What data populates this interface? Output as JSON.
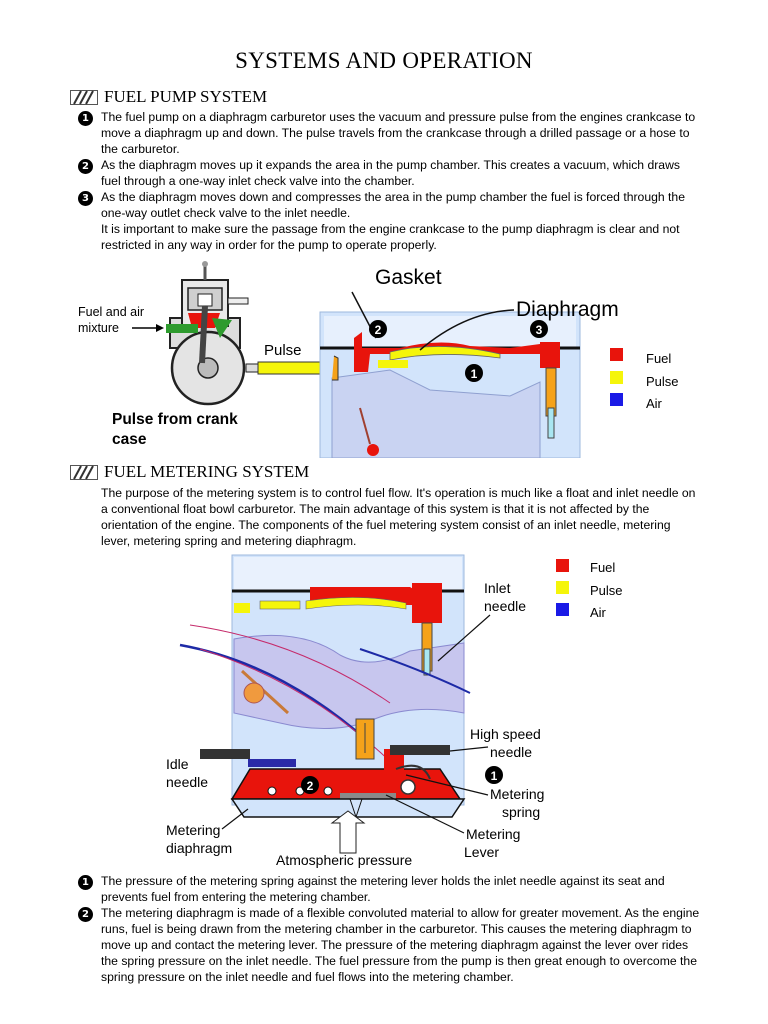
{
  "page": {
    "title": "SYSTEMS AND OPERATION"
  },
  "fuel_pump": {
    "heading": "FUEL PUMP SYSTEM",
    "items": [
      {
        "marker": "1",
        "text": "The fuel pump on a diaphragm carburetor uses the vacuum and pressure pulse from the engines crankcase to move a diaphragm up and down.  The pulse travels from the crankcase through a drilled passage or a hose to the carburetor."
      },
      {
        "marker": "2",
        "text": "As the diaphragm moves up it expands the area in the pump chamber. This creates a vacuum, which draws fuel through a one-way inlet check valve into the chamber."
      },
      {
        "marker": "3",
        "text": "As the diaphragm moves down and compresses the area in the pump chamber the fuel is forced through the one-way outlet check valve to the inlet needle."
      }
    ],
    "note": "It is important to make sure the passage from the engine crankcase to the pump diaphragm is clear and not restricted in any way in order for the pump to operate properly.",
    "figure": {
      "fuel_air_label_1": "Fuel and air",
      "fuel_air_label_2": "mixture",
      "pulse_label": "Pulse",
      "crank_label_1": "Pulse from crank",
      "crank_label_2": "case",
      "gasket_label": "Gasket",
      "diaphragm_label": "Diaphragm",
      "markers": [
        "2",
        "3",
        "1"
      ],
      "legend": [
        {
          "label": "Fuel",
          "color": "#e8140c"
        },
        {
          "label": "Pulse",
          "color": "#f5f50a"
        },
        {
          "label": "Air",
          "color": "#1a1ae6"
        }
      ]
    }
  },
  "fuel_metering": {
    "heading": "FUEL METERING SYSTEM",
    "intro": "The purpose of the metering system is to control fuel flow. It's operation is much like a float and inlet needle on a conventional float bowl carburetor. The main advantage of this system is that it is not affected by the orientation of the engine. The components of the fuel metering system consist of an inlet needle, metering lever, metering spring and metering diaphragm.",
    "figure": {
      "inlet_needle_1": "Inlet",
      "inlet_needle_2": "needle",
      "high_speed_1": "High speed",
      "high_speed_2": "needle",
      "idle_1": "Idle",
      "idle_2": "needle",
      "metering_spring_1": "Metering",
      "metering_spring_2": "spring",
      "metering_lever_1": "Metering",
      "metering_lever_2": "Lever",
      "metering_diaphragm_1": "Metering",
      "metering_diaphragm_2": "diaphragm",
      "atmospheric": "Atmospheric pressure",
      "markers": [
        "1",
        "2"
      ],
      "legend": [
        {
          "label": "Fuel",
          "color": "#e8140c"
        },
        {
          "label": "Pulse",
          "color": "#f5f50a"
        },
        {
          "label": "Air",
          "color": "#1a1ae6"
        }
      ]
    },
    "items": [
      {
        "marker": "1",
        "text": "The pressure of the metering spring against the metering lever holds the inlet needle against its seat and prevents fuel from entering the metering chamber."
      },
      {
        "marker": "2",
        "text": "The metering diaphragm is made of a flexible convoluted material to allow for greater movement. As the engine runs, fuel is being drawn from the metering chamber in the carburetor.  This causes the metering diaphragm to move up and contact the metering lever. The pressure of the metering diaphragm against the lever over rides the spring pressure on the inlet needle. The fuel pressure from the pump is then great enough to overcome the spring pressure on the inlet needle and fuel flows into the metering chamber."
      }
    ]
  }
}
